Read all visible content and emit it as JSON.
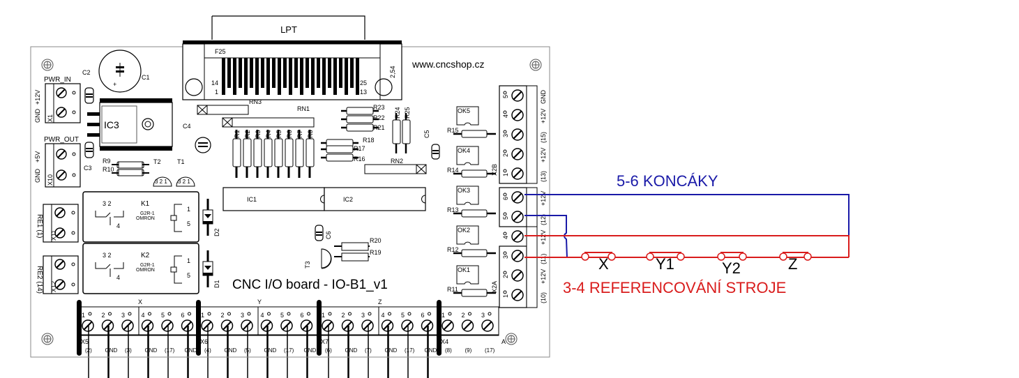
{
  "board": {
    "title": "CNC I/O board - IO-B1_v1",
    "website": "www.cncshop.cz",
    "lpt": {
      "label": "LPT",
      "type": "F25",
      "pin_labels": [
        "14",
        "1",
        "25",
        "13"
      ],
      "pitch": "2,54"
    },
    "power": {
      "in": {
        "label": "PWR_IN",
        "connector": "X1",
        "pins": [
          "+12V",
          "GND"
        ]
      },
      "out": {
        "label": "PWR_OUT",
        "connector": "X10",
        "pins": [
          "+5V",
          "GND"
        ]
      }
    },
    "relays": [
      {
        "ref": "K1",
        "part": "G2R-1",
        "maker": "OMRON",
        "contacts": [
          "3",
          "2",
          "4"
        ],
        "coil": [
          "1",
          "5"
        ],
        "connector": "X11",
        "output": "RE1 (1)",
        "diode": "D2"
      },
      {
        "ref": "K2",
        "part": "G2R-1",
        "maker": "OMRON",
        "contacts": [
          "3",
          "2",
          "4"
        ],
        "coil": [
          "1",
          "5"
        ],
        "connector": "X12",
        "output": "RE2 (14)",
        "diode": "D1"
      }
    ],
    "components": {
      "capacitors": [
        "C1",
        "C2",
        "C3",
        "C4",
        "C5",
        "C6"
      ],
      "ics": [
        "IC1",
        "IC2",
        "IC3"
      ],
      "transistors": [
        "T1",
        "T2",
        "T3"
      ],
      "resistor_networks": [
        "RN1",
        "RN2",
        "RN3"
      ],
      "resistors_bank": [
        "R1",
        "R2",
        "R3",
        "R4",
        "R5",
        "R6",
        "R7",
        "R8"
      ],
      "resistors_misc": [
        "R9",
        "R10",
        "R16",
        "R17",
        "R18",
        "R19",
        "R20",
        "R21",
        "R22",
        "R23",
        "R24",
        "R25"
      ],
      "optocouplers": [
        {
          "ref": "OK5",
          "resistor": "R15"
        },
        {
          "ref": "OK4",
          "resistor": "R14"
        },
        {
          "ref": "OK3",
          "resistor": "R13"
        },
        {
          "ref": "OK2",
          "resistor": "R12"
        },
        {
          "ref": "OK1",
          "resistor": "R11"
        }
      ]
    },
    "input_connectors": {
      "x2b": {
        "ref": "X2B",
        "pins": [
          {
            "num": "5",
            "label": "GND"
          },
          {
            "num": "4",
            "label": "+12V"
          },
          {
            "num": "3",
            "label": "(15)"
          },
          {
            "num": "2",
            "label": "+12V"
          },
          {
            "num": "1",
            "label": "(13)"
          }
        ]
      },
      "x2a": {
        "ref": "X2A",
        "pins": [
          {
            "num": "6",
            "label": "+12V"
          },
          {
            "num": "5",
            "label": "(12)"
          },
          {
            "num": "4",
            "label": "+12V"
          },
          {
            "num": "3",
            "label": "(11)"
          },
          {
            "num": "2",
            "label": "+12V"
          },
          {
            "num": "1",
            "label": "(10)"
          }
        ]
      }
    },
    "axis_connectors": [
      {
        "axis": "X",
        "ref": "X5",
        "pins": [
          "1",
          "2",
          "3",
          "4",
          "5",
          "6"
        ],
        "signals": [
          "(2)",
          "GND",
          "(3)",
          "GND",
          "(17)",
          "GND"
        ]
      },
      {
        "axis": "Y",
        "ref": "X6",
        "pins": [
          "1",
          "2",
          "3",
          "4",
          "5",
          "6"
        ],
        "signals": [
          "(4)",
          "GND",
          "(5)",
          "GND",
          "(17)",
          "GND"
        ]
      },
      {
        "axis": "Z",
        "ref": "X7",
        "pins": [
          "1",
          "2",
          "3",
          "4",
          "5",
          "6"
        ],
        "signals": [
          "(6)",
          "GND",
          "(7)",
          "GND",
          "(17)",
          "GND"
        ]
      },
      {
        "axis": "A",
        "ref": "X4",
        "pins": [
          "1",
          "2",
          "3"
        ],
        "signals": [
          "(8)",
          "(9)",
          "(17)"
        ]
      }
    ]
  },
  "annotations": {
    "limits_label": "5-6 KONCÁKY",
    "homing_label": "3-4 REFERENCOVÁNÍ STROJE",
    "switches": [
      "X",
      "Y1",
      "Y2",
      "Z"
    ],
    "colors": {
      "limits": "#1a1aa8",
      "homing": "#d91c1c"
    }
  }
}
